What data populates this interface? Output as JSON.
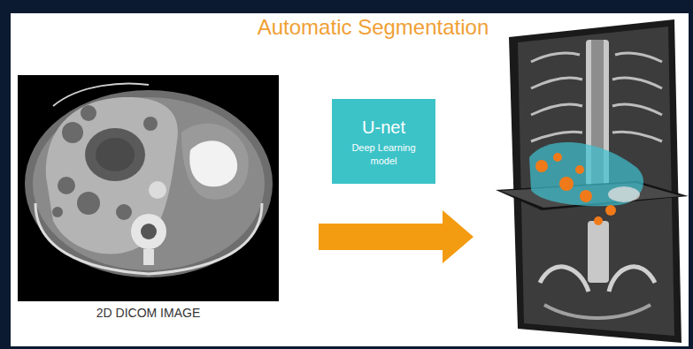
{
  "diagram": {
    "title": "Automatic Segmentation",
    "nodes": [
      {
        "text": [
          "U-net",
          "Deep Learning model"
        ]
      }
    ],
    "labels": [
      "2D DICOM IMAGE"
    ]
  }
}
